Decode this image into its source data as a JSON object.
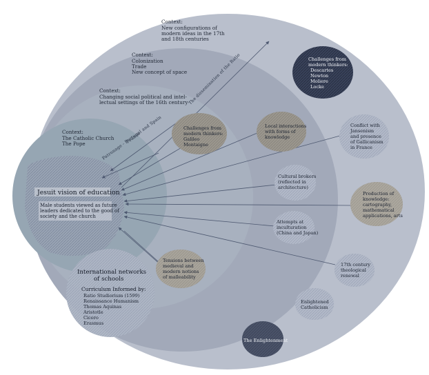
{
  "contexts": {
    "outer": {
      "title": "Context:",
      "lines": [
        "New configurations of",
        "modern ideas in the 17th",
        "and 18th centuries"
      ]
    },
    "third": {
      "title": "Context:",
      "lines": [
        "Colonization",
        "Trade",
        "New concept of space"
      ]
    },
    "second": {
      "title": "Context:",
      "lines": [
        "Changing social political and intel-",
        "lectual settings of the 16th century"
      ]
    },
    "inner": {
      "title": "Context:",
      "lines": [
        "The Catholic Church",
        "The Pope"
      ]
    }
  },
  "core": {
    "title": "Jesuit vision of education",
    "lines": [
      "Male students viewed as future",
      "leaders dedicated to the good of",
      "society and the church"
    ]
  },
  "networks": {
    "title_lines": [
      "International networks",
      "of schools"
    ],
    "curriculum_title": "Curriculum Informed by:",
    "curriculum_items": [
      "Ratio Studiorium (1599)",
      "Renaissance Humanism",
      "Thomas Aquinas",
      "Aristotle",
      "Cicero",
      "Erasmus"
    ]
  },
  "arrow_labels": {
    "patronage": "Patronage - Portugal and Spain",
    "patronage_sub": "France",
    "dissemination": "The dissemination of the Ratio"
  },
  "bubbles": [
    {
      "id": "modern-thinkers",
      "lines": [
        "Challenges from",
        "modern thinkers:",
        "Descartes",
        "Newton",
        "Moliere",
        "Locke"
      ]
    },
    {
      "id": "galileo",
      "lines": [
        "Challenges from",
        "modern thinkers:",
        "Galileo",
        "Montaigne"
      ]
    },
    {
      "id": "local-interactions",
      "lines": [
        "Local interactions",
        "with forms of",
        "knowledge"
      ]
    },
    {
      "id": "jansenism",
      "lines": [
        "Conflict with",
        "Jansenism",
        "and presence",
        "of Gallicanism",
        "in France"
      ]
    },
    {
      "id": "cultural-brokers",
      "lines": [
        "Cultural brokers",
        "(reflected in",
        "architecture)"
      ]
    },
    {
      "id": "knowledge-production",
      "lines": [
        "Production of",
        "knowledge:",
        "cartography,",
        "mathematical",
        "applications, arts"
      ]
    },
    {
      "id": "inculturation",
      "lines": [
        "Attempts at",
        "inculturation",
        "(China and Japan)"
      ]
    },
    {
      "id": "tensions",
      "lines": [
        "Tensions between",
        "medieval and",
        "modern notions",
        "of malleability"
      ]
    },
    {
      "id": "theological-renewal",
      "lines": [
        "17th century",
        "theological",
        "renewal"
      ]
    },
    {
      "id": "enlightened-catholicism",
      "lines": [
        "Enlightened",
        "Catholicism"
      ]
    },
    {
      "id": "enlightenment",
      "lines": [
        "The Enlightenment"
      ]
    }
  ]
}
